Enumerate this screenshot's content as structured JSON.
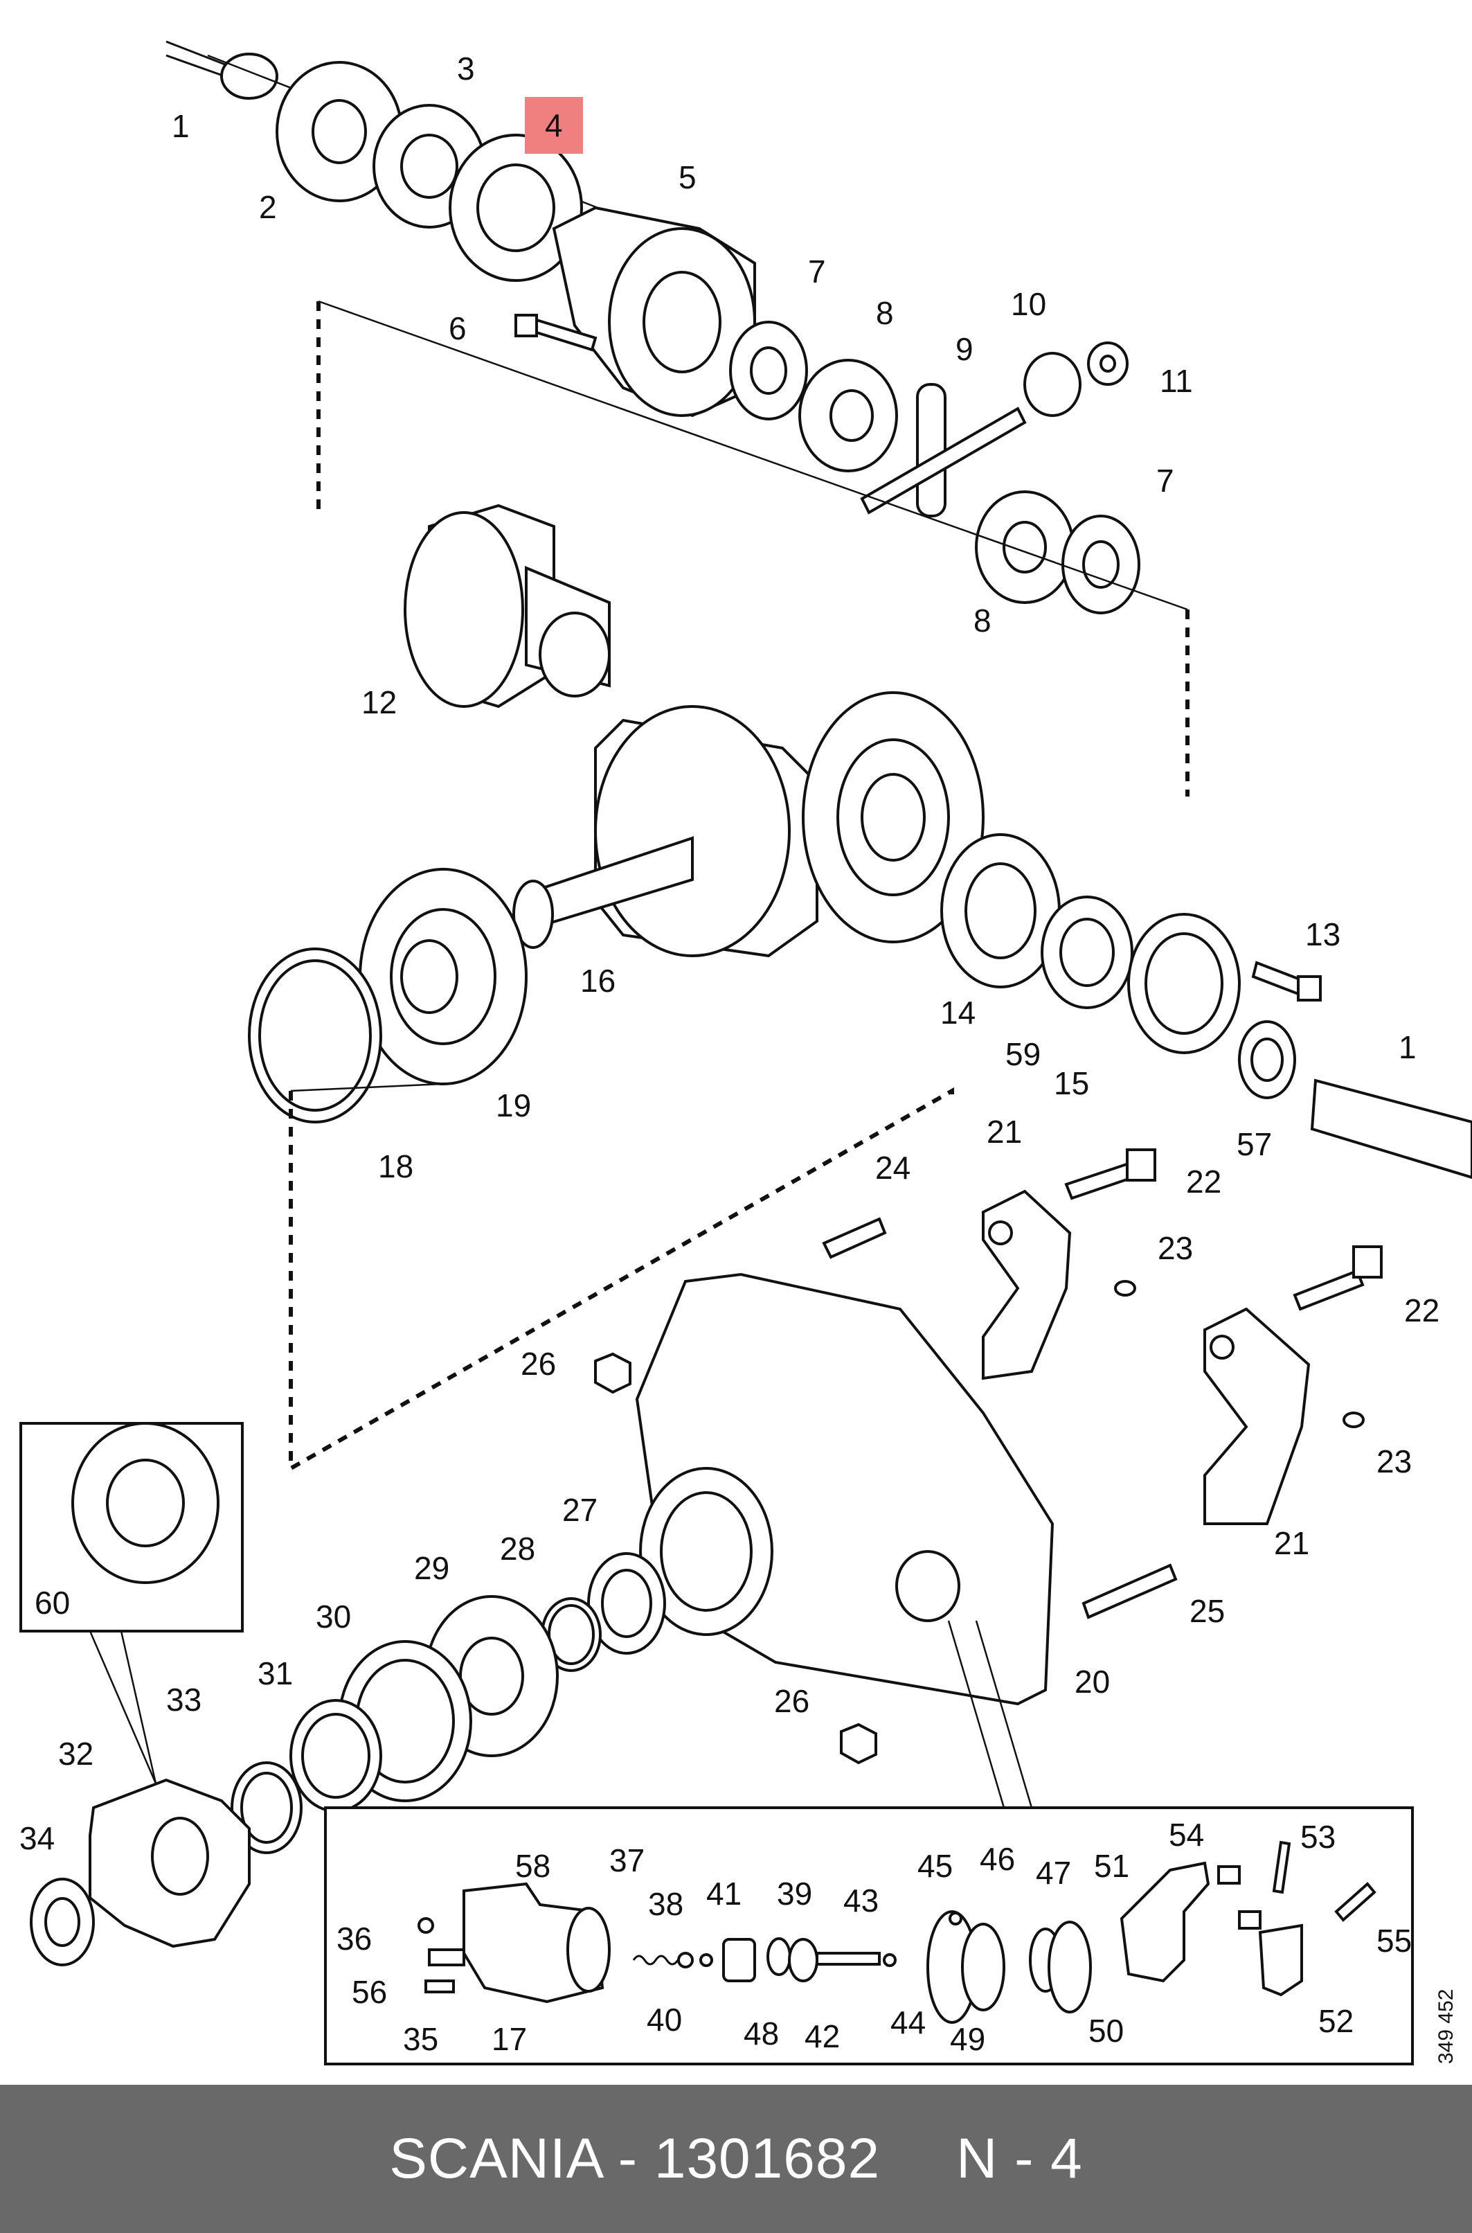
{
  "diagram": {
    "highlight_color": "#f08080",
    "highlighted_part": "4",
    "catalog_number": "349 452",
    "part_labels": [
      "1",
      "2",
      "3",
      "4",
      "5",
      "6",
      "7",
      "8",
      "9",
      "10",
      "11",
      "7",
      "8",
      "12",
      "13",
      "14",
      "59",
      "15",
      "57",
      "1",
      "16",
      "19",
      "18",
      "21",
      "22",
      "23",
      "22",
      "24",
      "23",
      "21",
      "26",
      "27",
      "28",
      "29",
      "30",
      "31",
      "33",
      "32",
      "34",
      "60",
      "25",
      "20",
      "26",
      "54",
      "53",
      "58",
      "37",
      "38",
      "41",
      "39",
      "43",
      "45",
      "46",
      "47",
      "51",
      "36",
      "56",
      "35",
      "17",
      "40",
      "48",
      "42",
      "44",
      "49",
      "50",
      "55",
      "52"
    ]
  },
  "footer": {
    "left_text": "SCANIA - 1301682",
    "right_text": "N - 4"
  }
}
